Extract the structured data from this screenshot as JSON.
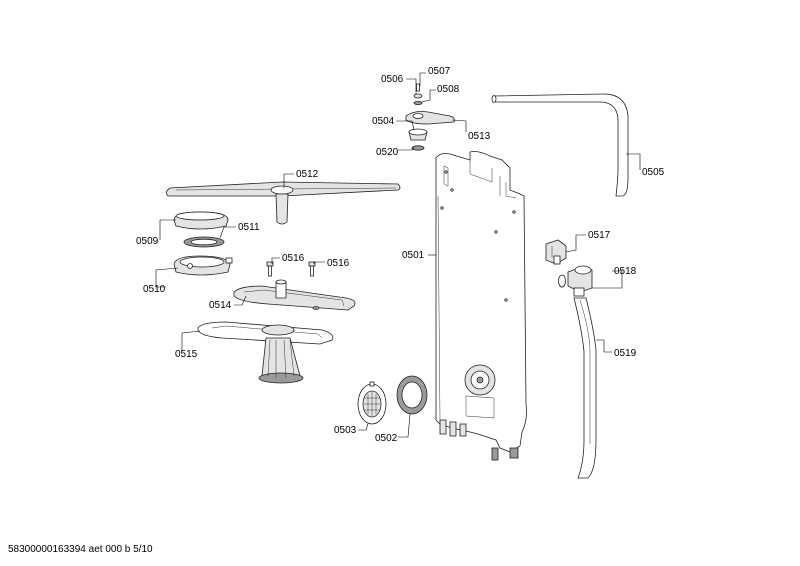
{
  "labels": {
    "p0501": "0501",
    "p0502": "0502",
    "p0503": "0503",
    "p0504": "0504",
    "p0505": "0505",
    "p0506": "0506",
    "p0507": "0507",
    "p0508": "0508",
    "p0509": "0509",
    "p0510": "0510",
    "p0511": "0511",
    "p0512": "0512",
    "p0513": "0513",
    "p0514": "0514",
    "p0515": "0515",
    "p0516a": "0516",
    "p0516b": "0516",
    "p0517": "0517",
    "p0518": "0518",
    "p0519": "0519",
    "p0520": "0520"
  },
  "footer": "58300000163394 aet 000 b 5/10"
}
